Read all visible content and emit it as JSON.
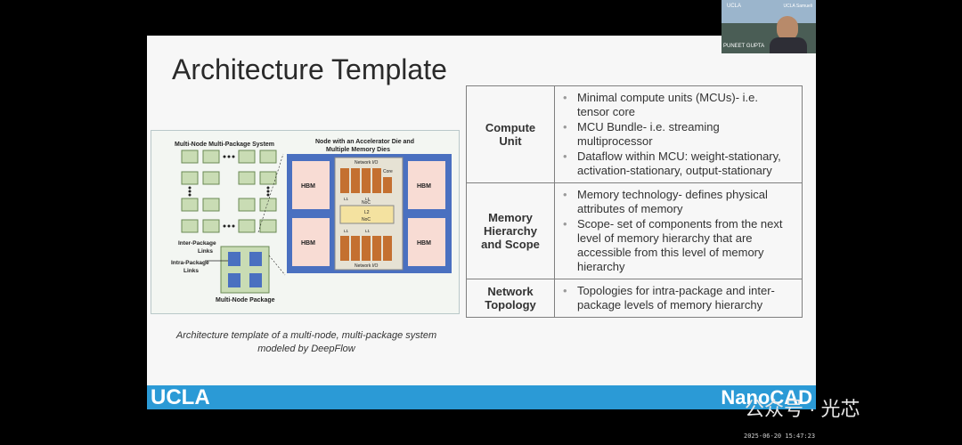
{
  "slide": {
    "title": "Architecture Template",
    "caption_line1": "Architecture template of a multi-node, multi-package system",
    "caption_line2": "modeled by DeepFlow",
    "figure": {
      "system_title": "Multi-Node Multi-Package System",
      "node_title_line1": "Node with an Accelerator Die and",
      "node_title_line2": "Multiple Memory Dies",
      "inter_pkg_line1": "Inter-Package",
      "inter_pkg_line2": "Links",
      "intra_pkg_line1": "Intra-Package",
      "intra_pkg_line2": "Links",
      "package_label": "Multi-Node Package",
      "hbm": "HBM",
      "noc": "NoC",
      "l2": "L2",
      "l1": "L1",
      "core": "Core",
      "network_io": "Network I/O"
    },
    "table": [
      {
        "head": [
          "Compute",
          "Unit"
        ],
        "bullets": [
          [
            "Minimal compute units (MCUs)- i.e.",
            "tensor core"
          ],
          [
            "MCU Bundle- i.e. streaming",
            "multiprocessor"
          ],
          [
            "Dataflow within MCU: weight-stationary,",
            "activation-stationary, output-stationary"
          ]
        ]
      },
      {
        "head": [
          "Memory",
          "Hierarchy",
          "and Scope"
        ],
        "bullets": [
          [
            "Memory technology- defines physical",
            "attributes of memory"
          ],
          [
            "Scope- set of components from the next",
            "level of memory hierarchy that are",
            "accessible from this level of memory",
            "hierarchy"
          ]
        ]
      },
      {
        "head": [
          "Network",
          "Topology"
        ],
        "bullets": [
          [
            "Topologies for intra-package and inter-",
            "package levels of memory hierarchy"
          ]
        ]
      }
    ],
    "footer_left": "UCLA",
    "footer_right": "NanoCAD"
  },
  "webcam": {
    "name": "PUNEET GUPTA",
    "logo": "UCLA",
    "logo_right": "UCLA Samueli"
  },
  "watermark": "公众号 · 光芯",
  "timestamp": "2025-06-20 15:47:23",
  "colors": {
    "footer": "#2b9ad6",
    "hbm": "#f8dcd4",
    "package": "#4a70c0",
    "node": "#c9dcb4",
    "core": "#c47030"
  }
}
